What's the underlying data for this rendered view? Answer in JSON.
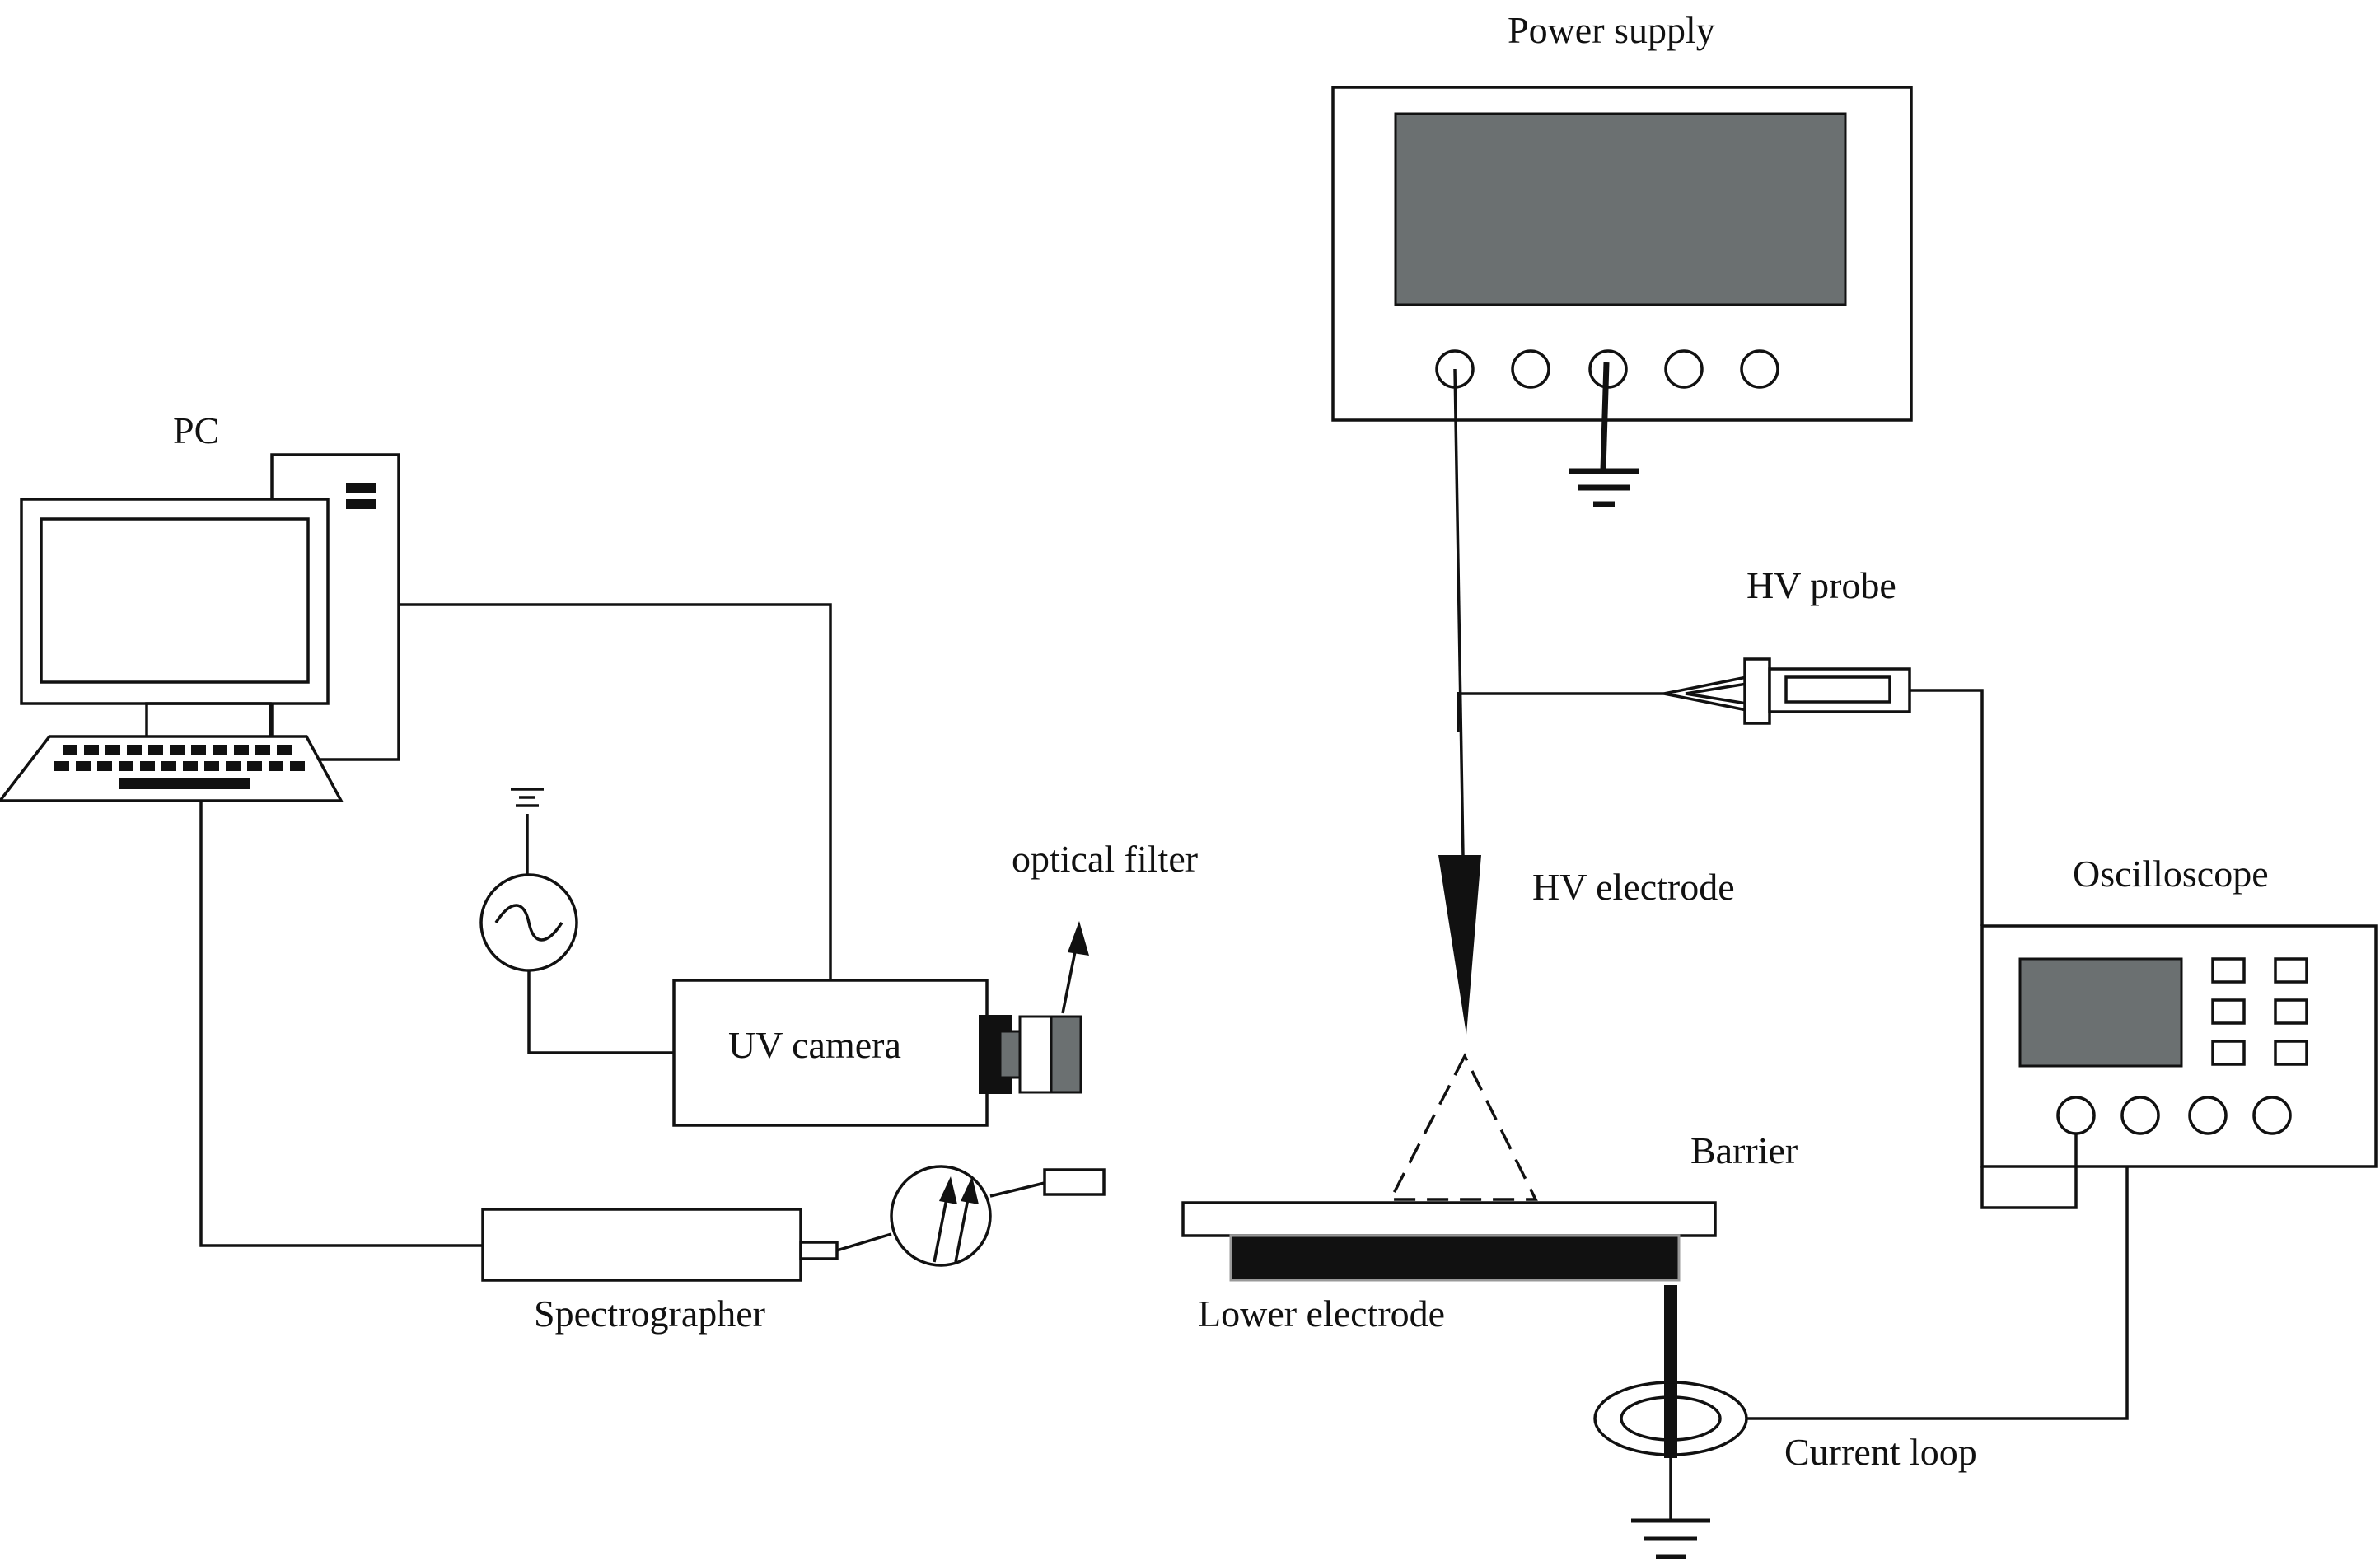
{
  "labels": {
    "pc": "PC",
    "power_supply": "Power supply",
    "hv_probe": "HV probe",
    "optical_filter": "optical filter",
    "hv_electrode": "HV electrode",
    "oscilloscope": "Oscilloscope",
    "uv_camera": "UV camera",
    "barrier": "Barrier",
    "spectrographer": "Spectrographer",
    "lower_electrode": "Lower electrode",
    "current_loop": "Current loop"
  },
  "colors": {
    "line": "#111111",
    "screen": "#6b7071",
    "background": "#ffffff",
    "electrode_edge": "#999999"
  },
  "icons": [
    "ground-symbol",
    "ac-source-symbol",
    "arrow-up-icon"
  ]
}
